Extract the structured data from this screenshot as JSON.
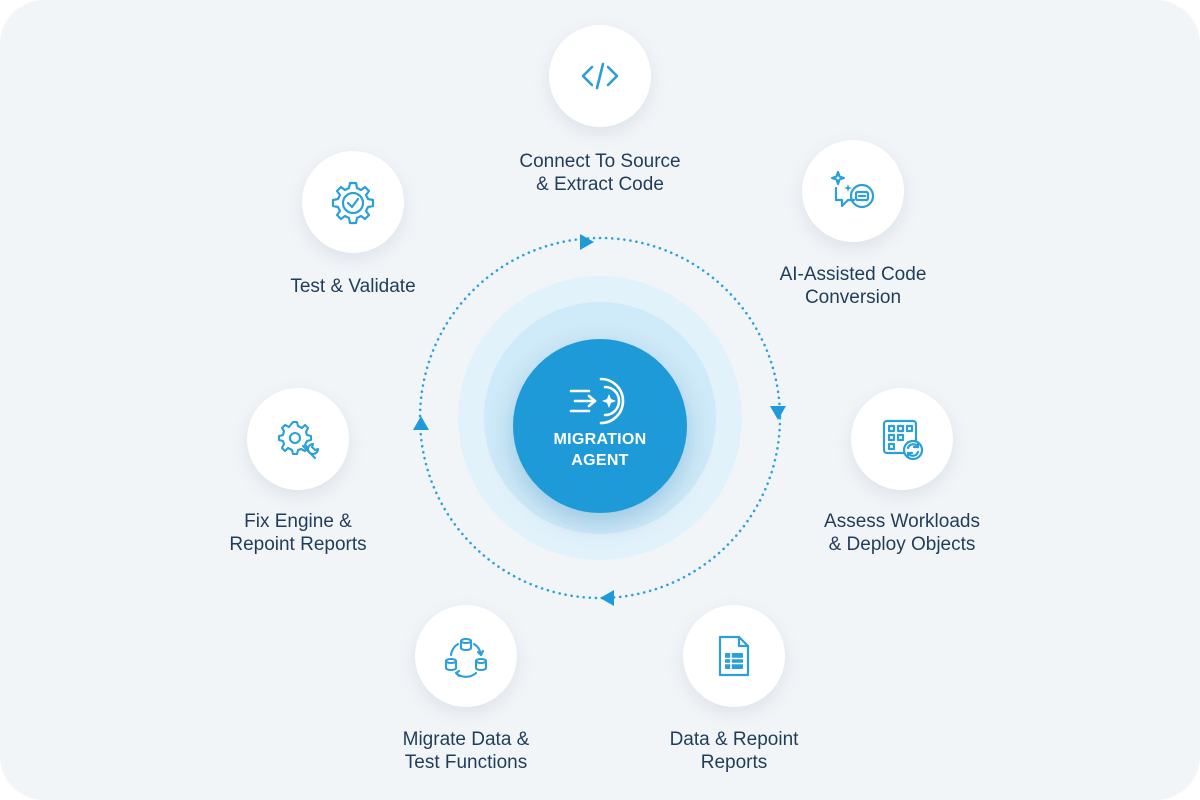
{
  "center": {
    "title": "MIGRATION\nAGENT",
    "icon": "migration-agent-icon"
  },
  "colors": {
    "accent": "#1f9ad9",
    "icon_stroke": "#2a9fd8",
    "text": "#1f3d5a",
    "ring": "#2aa4dc",
    "halo_outer": "#e2f2fb",
    "halo_inner": "#cfeaf8",
    "background": "#f2f5f8"
  },
  "steps": [
    {
      "label": "Connect To Source\n& Extract Code",
      "icon": "code-brackets-icon"
    },
    {
      "label": "AI-Assisted Code\nConversion",
      "icon": "ai-chat-icon"
    },
    {
      "label": "Assess Workloads\n& Deploy Objects",
      "icon": "grid-refresh-icon"
    },
    {
      "label": "Data & Repoint\nReports",
      "icon": "spreadsheet-document-icon"
    },
    {
      "label": "Migrate Data &\nTest Functions",
      "icon": "database-cycle-icon"
    },
    {
      "label": "Fix Engine &\nRepoint Reports",
      "icon": "gear-wrench-icon"
    },
    {
      "label": "Test & Validate",
      "icon": "gear-check-icon"
    }
  ]
}
